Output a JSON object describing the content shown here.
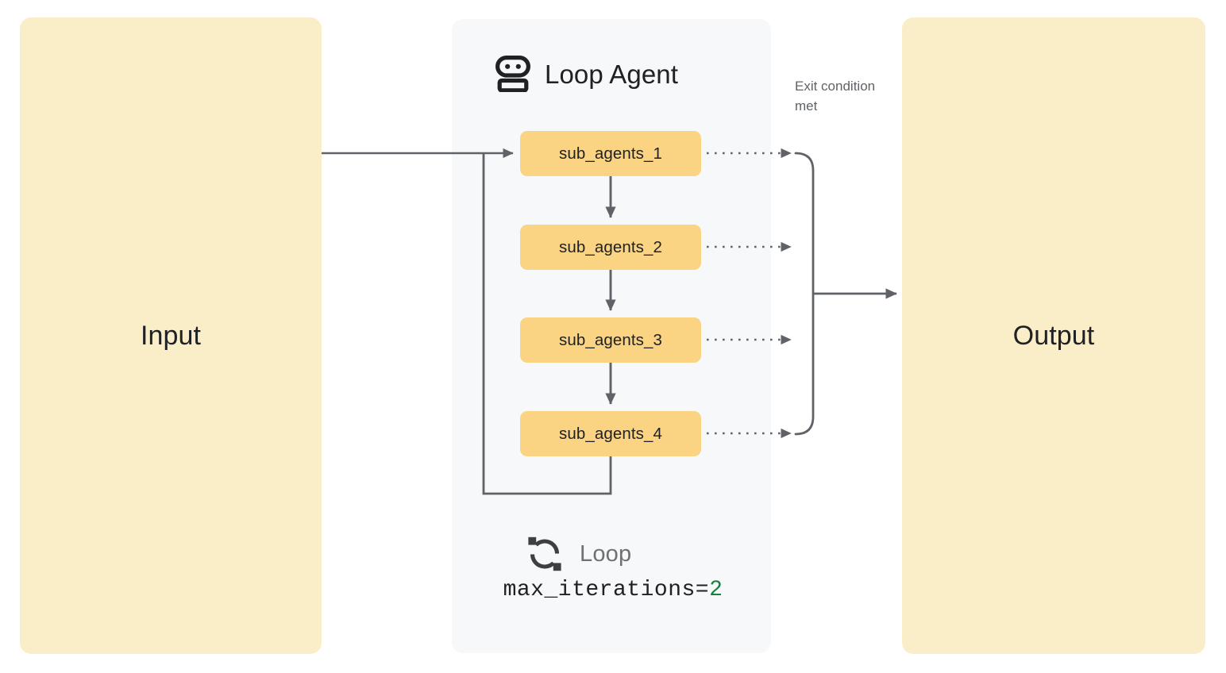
{
  "diagram": {
    "title": "Loop Agent",
    "agent_icon": "robot-icon",
    "loop_icon": "loop-refresh-icon",
    "input": {
      "label": "Input"
    },
    "output": {
      "label": "Output"
    },
    "sub_agents": [
      {
        "label": "sub_agents_1"
      },
      {
        "label": "sub_agents_2"
      },
      {
        "label": "sub_agents_3"
      },
      {
        "label": "sub_agents_4"
      }
    ],
    "exit_note": "Exit condition met",
    "loop_footer": {
      "label": "Loop",
      "config_key": "max_iterations=",
      "config_value": "2"
    },
    "colors": {
      "io_panel": "#faeec9",
      "loop_panel": "#f6f8fa",
      "agent_box": "#fad483",
      "wire": "#5f6368",
      "text_primary": "#202124",
      "text_muted": "#5f6368",
      "code_value": "#188038"
    }
  }
}
